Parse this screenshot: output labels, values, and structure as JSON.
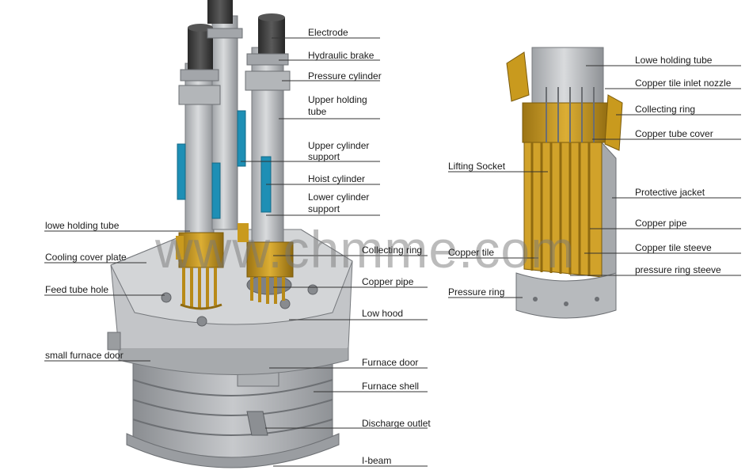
{
  "watermark": "www.chmme.com",
  "left_labels": {
    "electrode": "Electrode",
    "hydraulic_brake": "Hydraulic brake",
    "pressure_cylinder": "Pressure cylinder",
    "upper_holding_tube_1": "Upper holding",
    "upper_holding_tube_2": "tube",
    "upper_cylinder_support_1": "Upper cylinder",
    "upper_cylinder_support_2": "support",
    "hoist_cylinder": "Hoist cylinder",
    "lower_cylinder_support_1": "Lower cylinder",
    "lower_cylinder_support_2": "support",
    "lowe_holding_tube": "lowe holding tube",
    "cooling_cover_plate": "Cooling cover plate",
    "feed_tube_hole": "Feed tube hole",
    "small_furnace_door": "small furnace door",
    "collecting_ring": "Collecting ring",
    "copper_pipe": "Copper pipe",
    "low_hood": "Low hood",
    "furnace_door": "Furnace door",
    "furnace_shell": "Furnace shell",
    "discharge_outlet": "Discharge outlet",
    "i_beam": "I-beam"
  },
  "right_labels": {
    "lowe_holding_tube": "Lowe holding tube",
    "copper_tile_inlet_nozzle": "Copper tile inlet nozzle",
    "collecting_ring": "Collecting ring",
    "copper_tube_cover": "Copper tube cover",
    "lifting_socket": "Lifting Socket",
    "protective_jacket": "Protective jacket",
    "copper_pipe": "Copper pipe",
    "copper_tile": "Copper tile",
    "copper_tile_steeve": "Copper tile steeve",
    "pressure_ring_steeve": "pressure ring steeve",
    "pressure_ring": "Pressure ring"
  },
  "colors": {
    "steel": "#b9bcbf",
    "steel_dark": "#8d9094",
    "steel_light": "#d8dadc",
    "electrode": "#3a3a3a",
    "copper": "#c99a1e",
    "copper_dark": "#8f6a10",
    "hydraulic": "#1e8fb5",
    "leader": "#333333"
  }
}
